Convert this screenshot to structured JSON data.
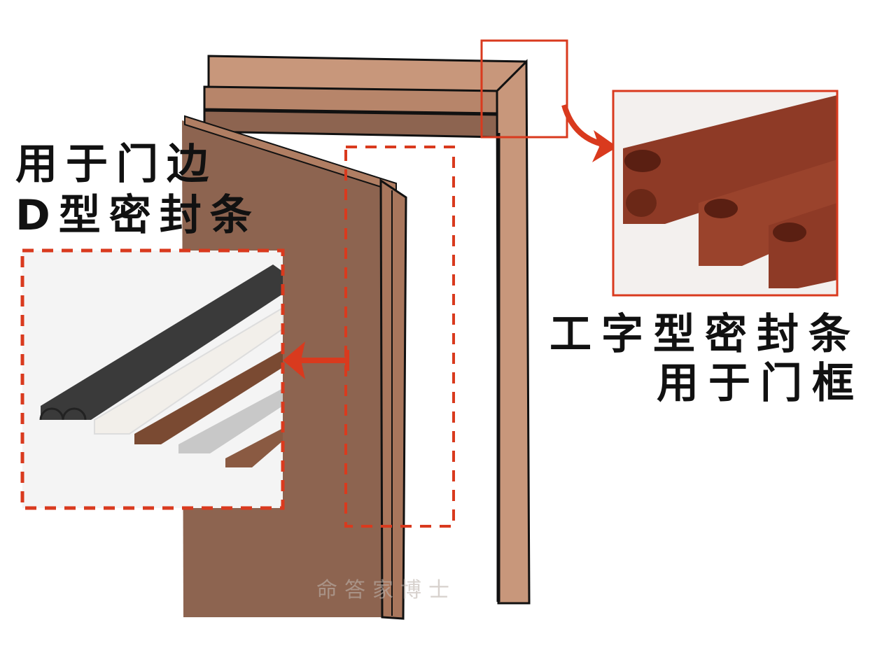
{
  "labels": {
    "d_strip_line1": "用于门边",
    "d_strip_line2": "D型密封条",
    "i_strip_line1": "工字型密封条",
    "i_strip_line2": "用于门框"
  },
  "watermark": "命答家博士",
  "colors": {
    "frame_face": "#c8977b",
    "frame_dark": "#7d5642",
    "door_leaf": "#8d6450",
    "door_edge": "#b07e63",
    "accent_red": "#d93a1e",
    "strip_black": "#3a3a3a",
    "strip_white": "#f2efea",
    "strip_brown": "#7a4a32",
    "strip_grey": "#c8c8c8",
    "strip_profile_red": "#8e3a26"
  }
}
